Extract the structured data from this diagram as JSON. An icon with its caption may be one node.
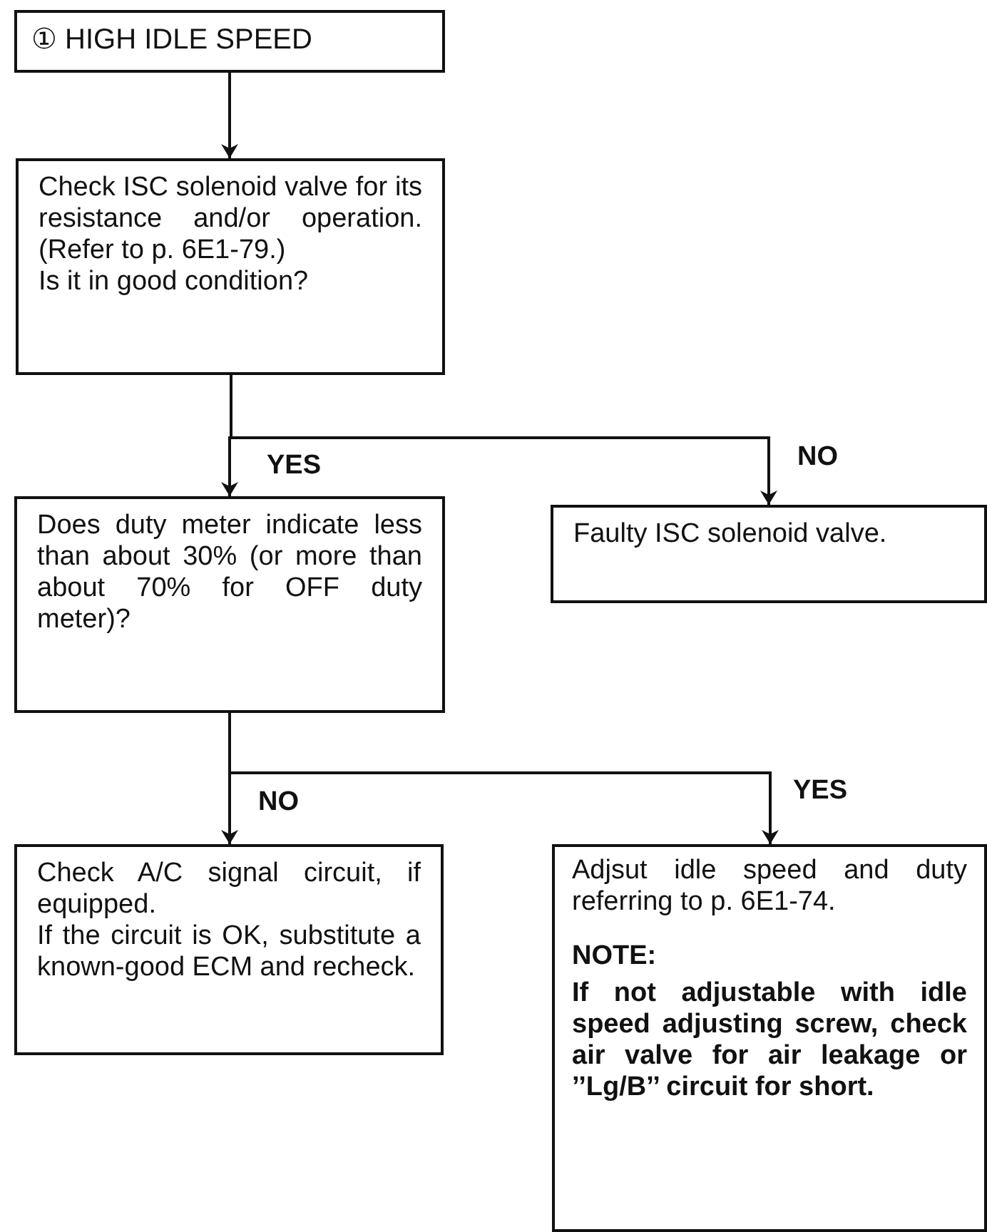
{
  "diagram": {
    "nodes": [
      {
        "text": [
          "① HIGH IDLE SPEED"
        ]
      },
      {
        "text": [
          "Check ISC solenoid valve for its resistance and/or operation. (Refer to p. 6E1-79.)",
          "Is it in good condition?"
        ]
      },
      {
        "text": [
          "Does duty meter indicate less than about 30% (or more than about 70% for OFF duty meter)?"
        ]
      },
      {
        "text": [
          "Faulty ISC solenoid valve."
        ]
      },
      {
        "text": [
          "Check A/C signal circuit, if equipped.",
          "If the circuit is OK, substitute a known-good ECM and recheck."
        ]
      },
      {
        "text": [
          "Adjsut idle speed and duty referring to p. 6E1-74.",
          "NOTE:",
          "If not adjustable with idle speed adjusting screw, check air valve for air leakage or ’’Lg/B’’ circuit for short."
        ]
      }
    ],
    "edges": [
      {
        "from": 0,
        "to": 1,
        "arrow": "to"
      },
      {
        "from": 1,
        "to": 2,
        "arrow": "to",
        "label": "YES"
      },
      {
        "from": 1,
        "to": 3,
        "arrow": "to",
        "label": "NO"
      },
      {
        "from": 2,
        "to": 4,
        "arrow": "to",
        "label": "NO"
      },
      {
        "from": 2,
        "to": 5,
        "arrow": "to",
        "label": "YES"
      }
    ]
  }
}
